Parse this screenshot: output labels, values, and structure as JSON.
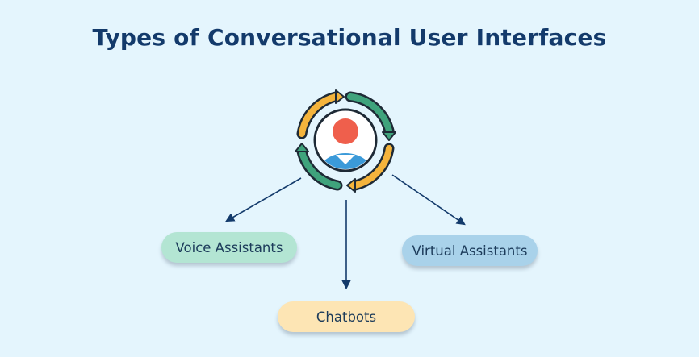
{
  "title": "Types of Conversational User Interfaces",
  "hub": {
    "icon": "user-cycle-icon"
  },
  "types": [
    {
      "label": "Voice Assistants",
      "color": "#b3e5d3"
    },
    {
      "label": "Chatbots",
      "color": "#fde5b4"
    },
    {
      "label": "Virtual Assistants",
      "color": "#a9d2ea"
    }
  ],
  "colors": {
    "background": "#e4f5fd",
    "title": "#133a6b",
    "arrow": "#133a6b",
    "ring_green": "#3fa37c",
    "ring_yellow": "#f5b43c",
    "avatar_head": "#ef5f4c",
    "avatar_body": "#3b9ad9"
  }
}
